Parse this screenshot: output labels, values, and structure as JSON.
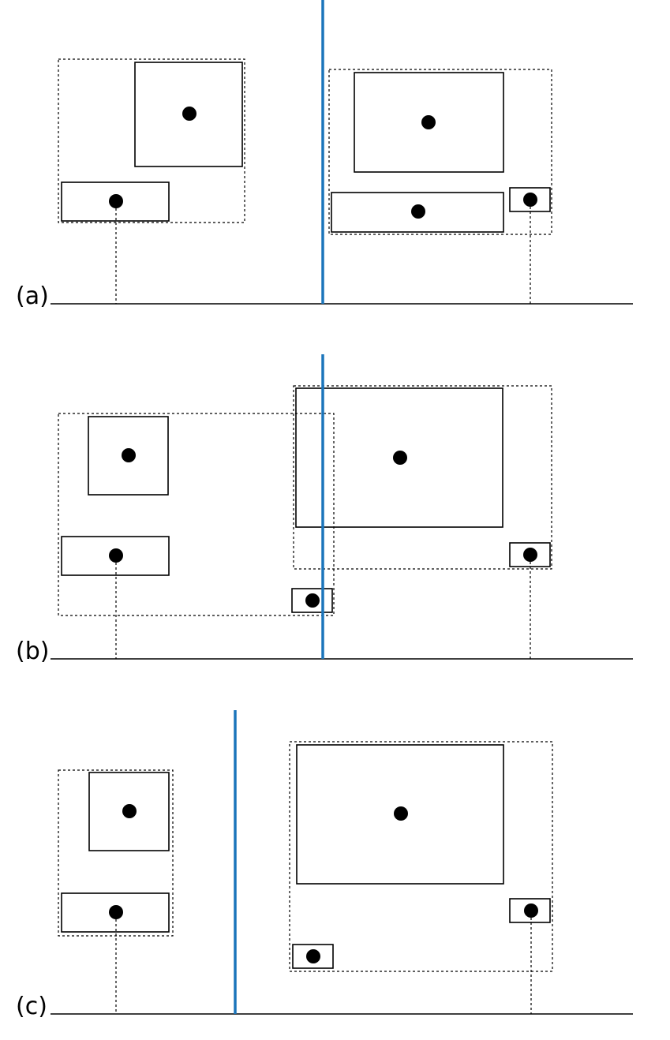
{
  "colors": {
    "split_line": "#1b75bb",
    "ink": "#000000",
    "background": "#ffffff"
  },
  "panels": [
    {
      "id": "a",
      "label": "(a)"
    },
    {
      "id": "b",
      "label": "(b)"
    },
    {
      "id": "c",
      "label": "(c)"
    }
  ]
}
